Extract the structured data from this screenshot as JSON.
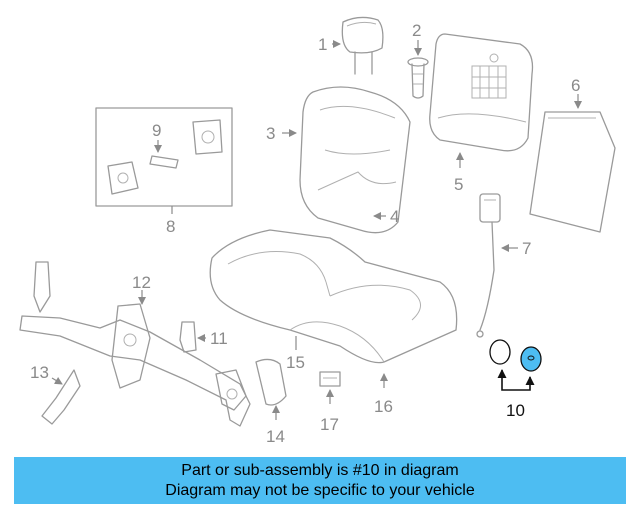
{
  "callouts": {
    "c1": "1",
    "c2": "2",
    "c3": "3",
    "c4": "4",
    "c5": "5",
    "c6": "6",
    "c7": "7",
    "c8": "8",
    "c9": "9",
    "c10": "10",
    "c11": "11",
    "c12": "12",
    "c13": "13",
    "c14": "14",
    "c15": "15",
    "c16": "16",
    "c17": "17"
  },
  "highlight": {
    "part_number": "10",
    "fill_color": "#4dbdf2",
    "line_color": "#9a9a9a",
    "active_color": "#111111"
  },
  "banner": {
    "line1": "Part or sub-assembly is #10 in diagram",
    "line2": "Diagram may not be specific to your vehicle",
    "background": "#4dbdf2"
  }
}
